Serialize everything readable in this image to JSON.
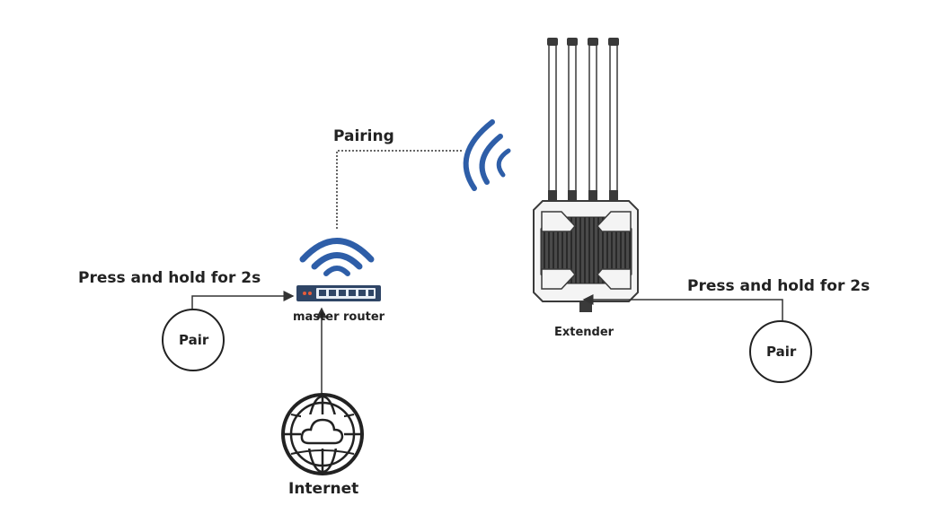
{
  "diagram": {
    "pairing_label": "Pairing",
    "left": {
      "instruction": "Press and hold for 2s",
      "pair_button": "Pair",
      "router_label": "master router"
    },
    "right": {
      "instruction": "Press and hold for 2s",
      "pair_button": "Pair",
      "extender_label": "Extender"
    },
    "internet_label": "Internet"
  },
  "colors": {
    "wifi_blue": "#2e5ea8",
    "router_body": "#2f4566",
    "line": "#333333",
    "device_dark": "#3a3a3a"
  },
  "icons": [
    "wifi-icon",
    "router-icon",
    "globe-icon",
    "cloud-icon",
    "antenna-icon",
    "extender-icon"
  ]
}
